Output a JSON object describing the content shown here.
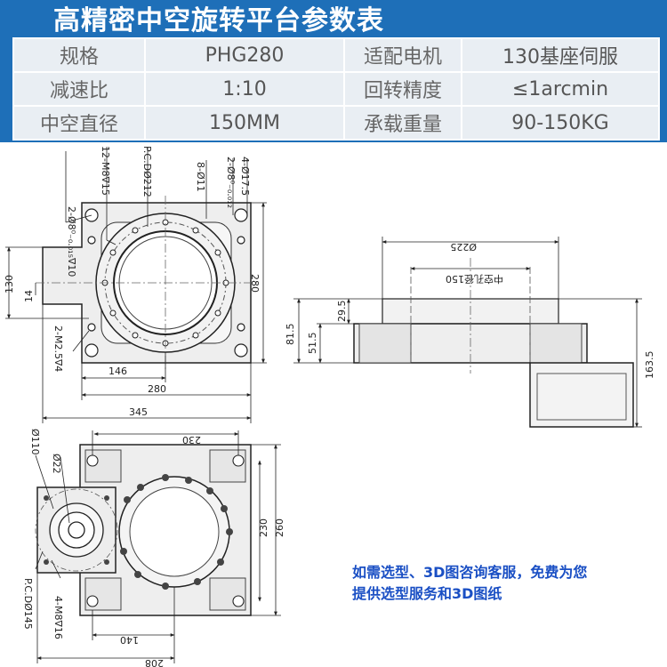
{
  "title": "高精密中空旋转平台参数表",
  "specs": [
    [
      "规格",
      "PHG280",
      "适配电机",
      "130基座伺服"
    ],
    [
      "减速比",
      "1:10",
      "回转精度",
      "≤1arcmin"
    ],
    [
      "中空直径",
      "150MM",
      "承载重量",
      "90-150KG"
    ]
  ],
  "note_lines": [
    "如需选型、3D图咨询客服，免费为您",
    "提供选型服务和3D图纸"
  ],
  "dims_top": {
    "d8_015": "2-Ø8⁰₋₀.₀₁₅∇10",
    "m8": "12-M8∇15",
    "pcd212": "P.C.DØ212",
    "d11": "8-Ø11",
    "d8_012": "2-Ø8⁰₋₀.₀₁₂",
    "d17": "4-Ø17.5",
    "dim130": "130",
    "dim14": "14",
    "dim280v": "280",
    "m25": "2-M2.5∇4",
    "dim146": "146",
    "dim280h": "280",
    "dim345": "345"
  },
  "dims_side": {
    "d225": "Ø225",
    "hollow150": "中空孔径150",
    "h815": "81.5",
    "h515": "51.5",
    "h295": "29.5",
    "h1635": "163.5"
  },
  "dims_bottom": {
    "d110": "Ø110",
    "d22": "Ø22",
    "w230": "230",
    "h230": "230",
    "h260": "260",
    "pcd145": "P.C.DØ145",
    "m8b": "4-M8∇16",
    "w140": "140",
    "w208": "208"
  }
}
